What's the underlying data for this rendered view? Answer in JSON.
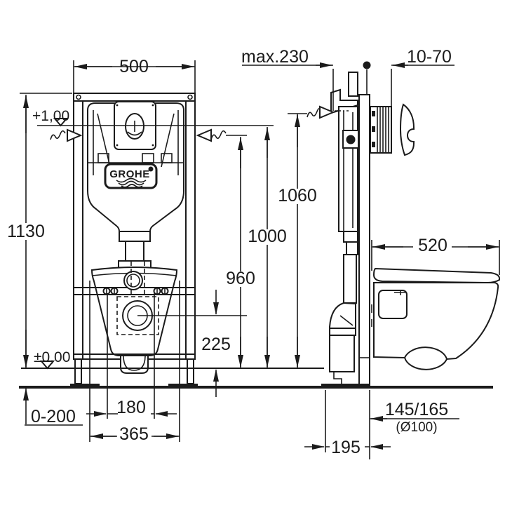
{
  "page": {
    "background": "#ffffff",
    "line_color": "#1b1b1b"
  },
  "brand": {
    "logo_text": "GROHE"
  },
  "front": {
    "width": "500",
    "frame_height": "1130",
    "level_top": "+1,00",
    "level_floor": "±0,00",
    "floor_buildup": "0-200",
    "bolt_spacing": "180",
    "bowl_width": "365",
    "drain_height": "225",
    "height_960": "960",
    "height_1000": "1000",
    "height_1060": "1060"
  },
  "side": {
    "install_depth": "max.230",
    "plate_depth": "10-70",
    "bowl_depth": "520",
    "drain_offset": "145/165",
    "drain_diameter": "(Ø100)",
    "foot_depth": "195"
  }
}
